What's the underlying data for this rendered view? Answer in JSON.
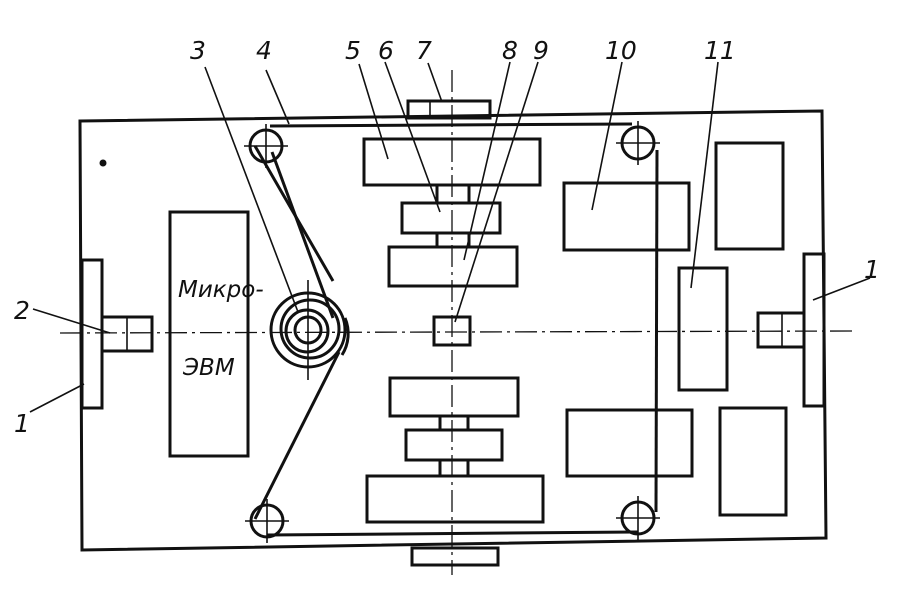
{
  "labels": {
    "l1_left": "1",
    "l1_right": "1",
    "l2": "2",
    "l3": "3",
    "l4": "4",
    "l5": "5",
    "l6": "6",
    "l7": "7",
    "l8": "8",
    "l9": "9",
    "l10": "10",
    "l11": "11"
  },
  "computer_block": {
    "line1": "Микро-",
    "line2": "ЭВМ"
  }
}
